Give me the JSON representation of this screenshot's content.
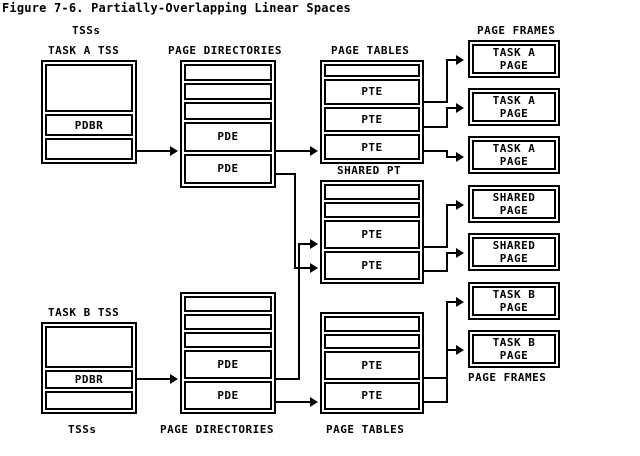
{
  "figure": {
    "title": "Figure 7-6. Partially-Overlapping Linear Spaces"
  },
  "labels": {
    "tss_top": "TSSs",
    "tss_bottom": "TSSs",
    "task_a_tss": "TASK A TSS",
    "task_b_tss": "TASK B TSS",
    "page_directories_top": "PAGE DIRECTORIES",
    "page_directories_bottom": "PAGE DIRECTORIES",
    "page_tables_top": "PAGE TABLES",
    "page_tables_bottom": "PAGE TABLES",
    "shared_pt": "SHARED PT",
    "page_frames_top": "PAGE FRAMES",
    "page_frames_bottom": "PAGE FRAMES"
  },
  "tables": {
    "task_a_tss": {
      "name": "TASK A TSS",
      "cells": [
        "",
        "PDBR",
        ""
      ]
    },
    "task_b_tss": {
      "name": "TASK B TSS",
      "cells": [
        "",
        "PDBR",
        ""
      ]
    },
    "page_directory_a": {
      "name": "PAGE DIRECTORIES",
      "cells": [
        "",
        "",
        "",
        "PDE",
        "PDE"
      ]
    },
    "page_directory_b": {
      "name": "PAGE DIRECTORIES",
      "cells": [
        "",
        "",
        "",
        "PDE",
        "PDE"
      ]
    },
    "page_table_a": {
      "name": "PAGE TABLES",
      "cells": [
        "",
        "PTE",
        "PTE",
        "PTE"
      ]
    },
    "shared_page_table": {
      "name": "SHARED PT",
      "cells": [
        "",
        "",
        "PTE",
        "PTE"
      ]
    },
    "page_table_b": {
      "name": "PAGE TABLES",
      "cells": [
        "",
        "",
        "PTE",
        "PTE"
      ]
    }
  },
  "page_frames": [
    {
      "line1": "TASK A",
      "line2": "PAGE"
    },
    {
      "line1": "TASK A",
      "line2": "PAGE"
    },
    {
      "line1": "TASK A",
      "line2": "PAGE"
    },
    {
      "line1": "SHARED",
      "line2": "PAGE"
    },
    {
      "line1": "SHARED",
      "line2": "PAGE"
    },
    {
      "line1": "TASK B",
      "line2": "PAGE"
    },
    {
      "line1": "TASK B",
      "line2": "PAGE"
    }
  ],
  "colors": {
    "ink": "#000000",
    "paper": "#ffffff"
  }
}
